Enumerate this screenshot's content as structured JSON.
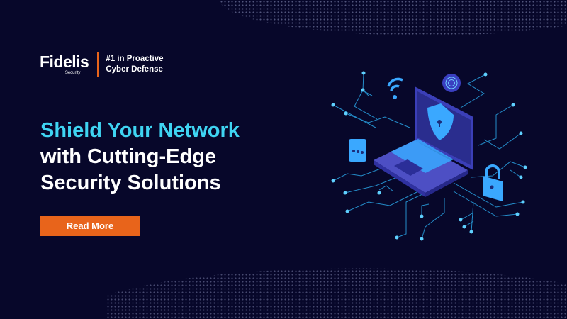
{
  "brand": {
    "name": "Fidelis",
    "sub": "Security",
    "tagline_line1": "#1 in Proactive",
    "tagline_line2": "Cyber Defense",
    "accent_color": "#e8641b"
  },
  "headline": {
    "line1": "Shield Your Network",
    "line2": "with Cutting-Edge",
    "line3": "Security Solutions",
    "accent_color": "#3fd4f2"
  },
  "cta": {
    "label": "Read More"
  },
  "illustration": {
    "icons": [
      "laptop-icon",
      "shield-icon",
      "wifi-icon",
      "fingerprint-icon",
      "chat-icon",
      "padlock-icon"
    ]
  }
}
